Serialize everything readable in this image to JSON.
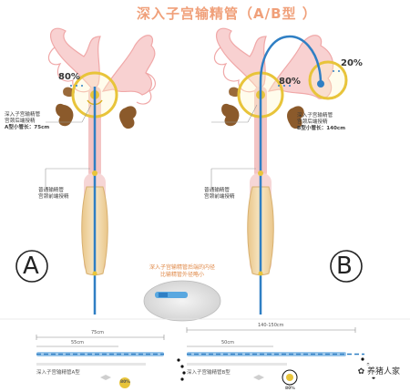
{
  "title": "深入子宫输精管（A/B型 ）",
  "panel_a": {
    "percent": "80%",
    "note_line1": "深入子宫输精管",
    "note_line2": "宫颈后端授精",
    "note_line3": "A型小管长：75cm",
    "lower_note_line1": "普通输精管",
    "lower_note_line2": "宫颈前端授精",
    "letter": "A"
  },
  "panel_b": {
    "percent_top": "20%",
    "percent_mid": "80%",
    "note_line1": "深入子宫输精管",
    "note_line2": "宫颈后端授精",
    "note_line3": "B型小管长：140cm",
    "lower_note_line1": "普通输精管",
    "lower_note_line2": "宫颈前端授精",
    "letter": "B"
  },
  "center_note": {
    "line1": "深入子宫输精管后端的内径",
    "line2": "比输精管外径略小"
  },
  "ruler_a": {
    "top_label": "75cm",
    "inner_label": "55cm",
    "caption": "深入子宫输精管A型"
  },
  "ruler_b": {
    "top_label": "140-150cm",
    "inner_label": "50cm",
    "caption": "深入子宫输精管B型"
  },
  "ruler_a_badge": "80%",
  "ruler_b_badge": "80%",
  "watermark": "养猪人家",
  "colors": {
    "tissue": "#f4b8b8",
    "ring": "#e8c43a",
    "tube": "#2f7fc4",
    "sheath": "#f3d9a8",
    "brown": "#8b5a2b"
  }
}
